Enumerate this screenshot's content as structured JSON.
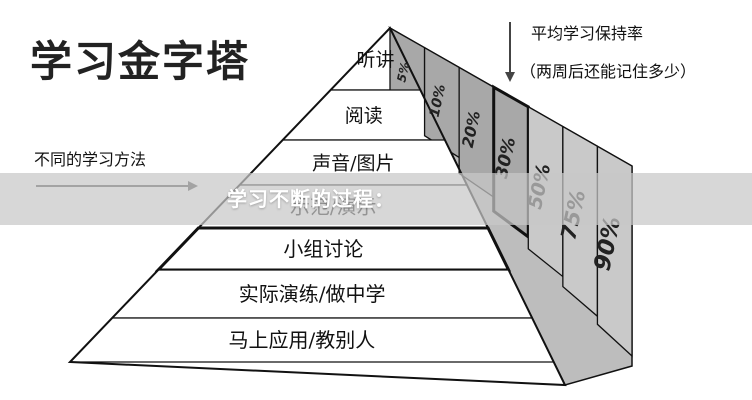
{
  "title": "学习金字塔",
  "left_caption": "不同的学习方法",
  "right_caption_line1": "平均学习保持率",
  "right_caption_line2": "（两周后还能记住多少）",
  "overlay_text": "学习不断的过程：",
  "layers": [
    {
      "label": "听讲",
      "retention": "5%"
    },
    {
      "label": "阅读",
      "retention": "10%"
    },
    {
      "label": "声音/图片",
      "retention": "20%"
    },
    {
      "label": "示范/演示",
      "retention": "30%"
    },
    {
      "label": "小组讨论",
      "retention": "50%"
    },
    {
      "label": "实际演练/做中学",
      "retention": "75%"
    },
    {
      "label": "马上应用/教别人",
      "retention": "90%"
    }
  ],
  "colors": {
    "line": "#111111",
    "side_face": "#bdbdbd",
    "front_face": "#ffffff"
  }
}
